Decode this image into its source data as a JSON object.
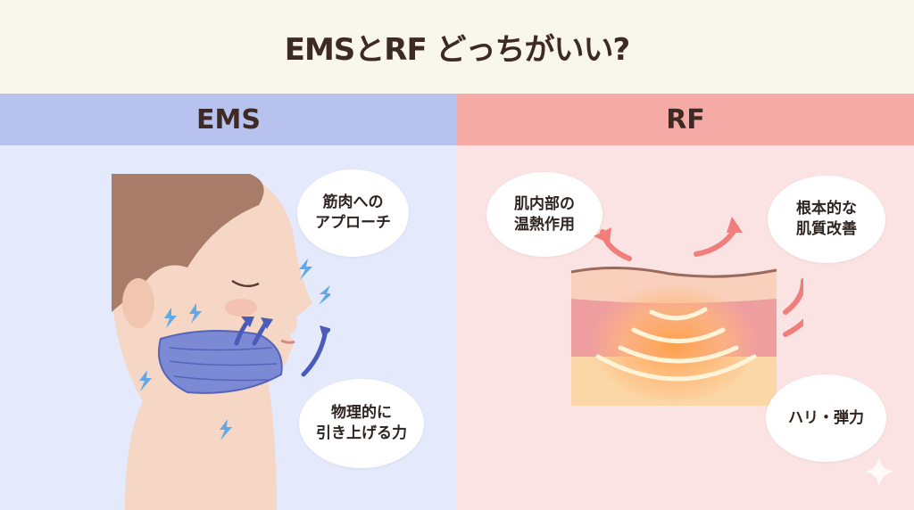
{
  "title": "EMSとRF どっちがいい?",
  "ems": {
    "header": "EMS",
    "bubbles": [
      {
        "line1": "筋肉への",
        "line2": "アプローチ"
      },
      {
        "line1": "物理的に",
        "line2": "引き上げる力"
      }
    ]
  },
  "rf": {
    "header": "RF",
    "bubbles": [
      {
        "line1": "肌内部の",
        "line2": "温熱作用"
      },
      {
        "line1": "根本的な",
        "line2": "肌質改善"
      },
      {
        "line1": "ハリ・弾力"
      }
    ]
  },
  "colors": {
    "ems_header": "#b7c3ee",
    "ems_panel": "#e4e9fb",
    "rf_header": "#f5aaa6",
    "rf_panel": "#fbe3e3",
    "title_band": "#f9f7ec"
  }
}
